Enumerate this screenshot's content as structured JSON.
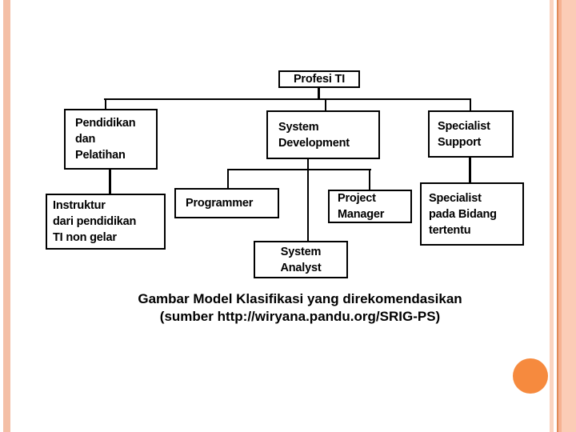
{
  "slide": {
    "background_color": "#ffffff",
    "left_stripe_color": "#f4bfa6",
    "right_stripe_colors": [
      "#fbd4c0",
      "#e08a58",
      "#f6b292",
      "#fbccb6"
    ],
    "accent_circle_color": "#f68a3e",
    "line_color": "#000000",
    "text_color": "#000000"
  },
  "diagram": {
    "title_node": "Profesi TI",
    "nodes": {
      "profesi_ti": {
        "label": "Profesi TI"
      },
      "pendidikan": {
        "label": "Pendidikan\ndan\nPelatihan"
      },
      "system_development": {
        "label": "System\nDevelopment"
      },
      "specialist_support": {
        "label": "Specialist\nSupport"
      },
      "instruktur": {
        "label": "Instruktur\ndari pendidikan\nTI non gelar"
      },
      "programmer": {
        "label": "Programmer"
      },
      "project_manager": {
        "label": "Project\nManager"
      },
      "system_analyst": {
        "label": "System\nAnalyst"
      },
      "specialist_bidang": {
        "label": "Specialist\npada Bidang\ntertentu"
      }
    }
  },
  "caption": {
    "line1": "Gambar Model Klasifikasi yang direkomendasikan",
    "line2": "(sumber http://wiryana.pandu.org/SRIG-PS)"
  }
}
